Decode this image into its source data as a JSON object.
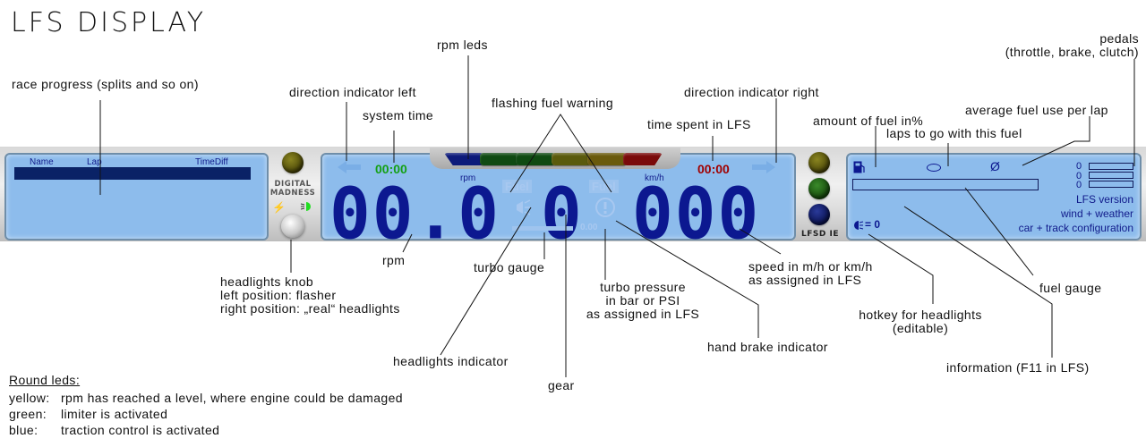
{
  "title": "LFS DISPLAY",
  "annotations": {
    "race_progress": "race progress (splits and so on)",
    "rpm_leds": "rpm leds",
    "direction_left": "direction indicator left",
    "system_time": "system time",
    "flashing_fuel": "flashing fuel warning",
    "time_spent": "time spent in LFS",
    "direction_right": "direction indicator right",
    "amount_fuel": "amount of fuel in%",
    "laps_to_go": "laps to go with this fuel",
    "avg_fuel": "average fuel use per lap",
    "pedals_1": "pedals",
    "pedals_2": "(throttle, brake, clutch)",
    "headlights_knob_1": "headlights knob",
    "headlights_knob_2": "left position: flasher",
    "headlights_knob_3": "right position: „real“ headlights",
    "rpm": "rpm",
    "turbo_gauge": "turbo gauge",
    "turbo_pressure_1": "turbo pressure",
    "turbo_pressure_2": "in bar or PSI",
    "turbo_pressure_3": "as assigned in LFS",
    "speed_1": "speed in m/h or km/h",
    "speed_2": "as assigned in LFS",
    "fuel_gauge": "fuel gauge",
    "hotkey_1": "hotkey for headlights",
    "hotkey_2": "(editable)",
    "headlights_indicator": "headlights indicator",
    "hand_brake": "hand brake indicator",
    "information": "information (F11 in LFS)",
    "gear": "gear"
  },
  "legend": {
    "title": "Round leds:",
    "rows": [
      {
        "key": "yellow:",
        "text": "rpm has reached a level, where engine could be damaged"
      },
      {
        "key": "green:",
        "text": "limiter is activated"
      },
      {
        "key": "blue:",
        "text": "traction control is activated"
      }
    ]
  },
  "device": {
    "race_table": {
      "columns": [
        "Name",
        "Lap",
        "TimeDiff"
      ]
    },
    "brand_left_1": "DIGITAL",
    "brand_left_2": "MADNESS",
    "brand_right": "LFSD IE",
    "system_time": "00:00",
    "time_in_lfs": "00:00",
    "rpm_unit": "rpm",
    "speed_unit": "km/h",
    "rpm_value": "00.0",
    "gear_value": "0",
    "speed_value": "000",
    "fuel_warning_label": "Fuel",
    "turbo_value": "0.00",
    "rpm_leds": [
      {
        "color": "#0d1a7a"
      },
      {
        "color": "#0f4a12"
      },
      {
        "color": "#0f4a12"
      },
      {
        "color": "#5a5a0c"
      },
      {
        "color": "#6a5a0c"
      },
      {
        "color": "#7a0a0a"
      }
    ],
    "round_leds": {
      "yellow": "#5a560a",
      "green": "#1e5a10",
      "blue": "#0d1860",
      "left_yellow": "#5a560a"
    },
    "system_time_color": "#14a014",
    "time_in_lfs_color": "#a00000",
    "headlight_hotkey": "= 0",
    "pedal_values": [
      "0",
      "0",
      "0"
    ],
    "info_lines": [
      "LFS version",
      "wind + weather",
      "car + track configuration"
    ],
    "fuel_icons": {
      "fuel": "fuel-pump-icon",
      "laps": "lap-oval-icon",
      "average": "average-icon"
    },
    "average_symbol": "Ø"
  }
}
